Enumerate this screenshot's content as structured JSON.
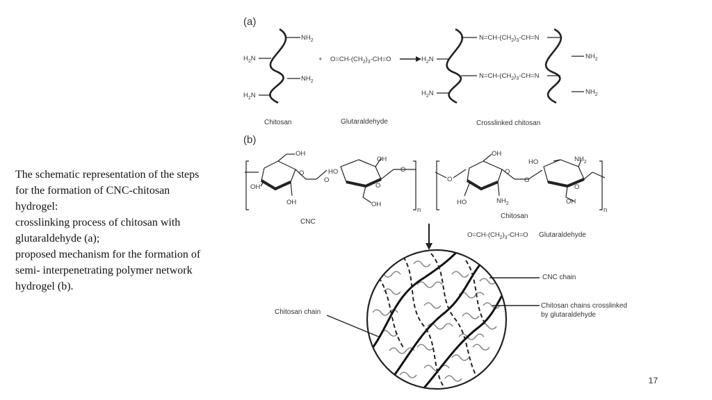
{
  "caption": {
    "line1": "The schematic representation of the steps",
    "line2": "for the formation of CNC-chitosan",
    "line3": "hydrogel:",
    "line4": "crosslinking process of chitosan with",
    "line5": "glutaraldehyde (a);",
    "line6": "proposed mechanism for the formation of",
    "line7": "semi- interpenetrating polymer network",
    "line8": "hydrogel (b)."
  },
  "page_number": "17",
  "panel_a": {
    "tag": "(a)",
    "nh2": "NH",
    "h2n": "H",
    "sub2": "2",
    "n_label": "N",
    "plus": "+",
    "glut_part1": "O=CH-(CH",
    "glut_part2": ")",
    "glut_part3": "-CH=O",
    "sub3": "3",
    "link_part1": "N=CH-(CH",
    "link_part3": "-CH=N",
    "chitosan_label": "Chitosan",
    "glutaraldehyde_label": "Glutaraldehyde",
    "crosslinked_label": "Crosslinked chitosan"
  },
  "panel_b": {
    "tag": "(b)",
    "oh": "OH",
    "ho": "HO",
    "o": "O",
    "n_sub": "n",
    "cnc_label": "CNC",
    "chitosan_label": "Chitosan",
    "glutaraldehyde_label": "Glutaraldehyde",
    "cnc_chain": "CNC chain",
    "chitosan_chain": "Chitosan chain",
    "crosslinked_chain_1": "Chitosan chains crosslinked",
    "crosslinked_chain_2": "by glutaraldehyde"
  }
}
